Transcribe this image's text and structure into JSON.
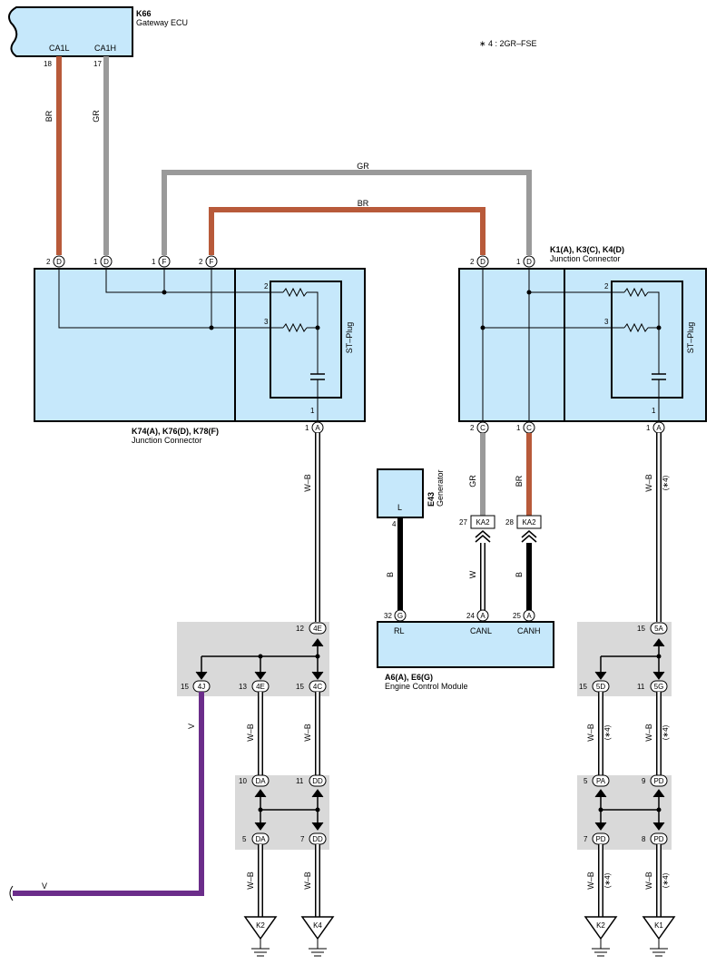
{
  "note": "∗ 4 : 2GR–FSE",
  "gateway": {
    "id": "K66",
    "name": "Gateway ECU",
    "pin_can_l": "CA1L",
    "pin_can_h": "CA1H",
    "pin_num_l": "18",
    "pin_num_h": "17"
  },
  "jc_left": {
    "id": "K74(A), K76(D), K78(F)",
    "name": "Junction Connector",
    "plug": "ST–Plug"
  },
  "jc_right": {
    "id": "K1(A), K3(C), K4(D)",
    "name": "Junction Connector",
    "plug": "ST–Plug"
  },
  "generator": {
    "id": "E43",
    "name": "Generator",
    "pin_label": "L",
    "pin_num": "4"
  },
  "ecm": {
    "id": "A6(A), E6(G)",
    "name": "Engine Control Module",
    "pins": [
      "RL",
      "CANL",
      "CANH"
    ],
    "pin_nums": [
      "32",
      "24",
      "25"
    ],
    "connectors": [
      "G",
      "A",
      "A"
    ]
  },
  "wire_colors": {
    "BR": "BR",
    "GR": "GR",
    "WB": "W–B",
    "B": "B",
    "W": "W",
    "V": "V"
  },
  "footnote_tag": "(∗4)",
  "grounds": [
    "K2",
    "K4",
    "K2",
    "K1"
  ],
  "colors": {
    "brown": "#b85a3a",
    "gray": "#9a9a9a",
    "purple": "#6b2d8a",
    "box_fill": "#c6e8fb",
    "splice_fill": "#d9d9d9"
  },
  "pins": {
    "D": "D",
    "F": "F",
    "A": "A",
    "C": "C",
    "G": "G",
    "4E": "4E",
    "4J": "4J",
    "4C": "4C",
    "DA": "DA",
    "DD": "DD",
    "5A": "5A",
    "5D": "5D",
    "5G": "5G",
    "PA": "PA",
    "PD": "PD",
    "KA2": "KA2"
  },
  "nums": {
    "n1": "1",
    "n2": "2",
    "n3": "3",
    "n4": "4",
    "n5": "5",
    "n7": "7",
    "n8": "8",
    "n9": "9",
    "n10": "10",
    "n11": "11",
    "n12": "12",
    "n13": "13",
    "n15": "15",
    "n17": "17",
    "n18": "18",
    "n24": "24",
    "n25": "25",
    "n27": "27",
    "n28": "28",
    "n32": "32"
  }
}
